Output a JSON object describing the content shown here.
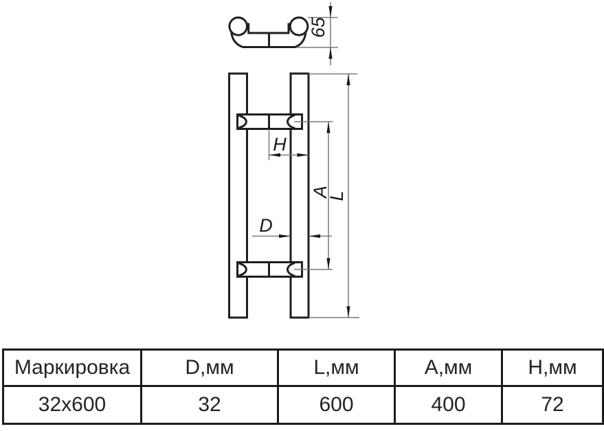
{
  "drawing": {
    "labels": {
      "depth": "65",
      "h": "H",
      "d": "D",
      "a": "A",
      "l": "L"
    }
  },
  "table": {
    "headers": [
      "Маркировка",
      "D,мм",
      "L,мм",
      "A,мм",
      "H,мм"
    ],
    "rows": [
      [
        "32x600",
        "32",
        "600",
        "400",
        "72"
      ]
    ]
  },
  "colors": {
    "outline": "#1f1f1f",
    "dimension_line": "#7a7a7a",
    "text": "#1a1a1a",
    "table_border": "#1b1b1b",
    "background": "#ffffff"
  }
}
